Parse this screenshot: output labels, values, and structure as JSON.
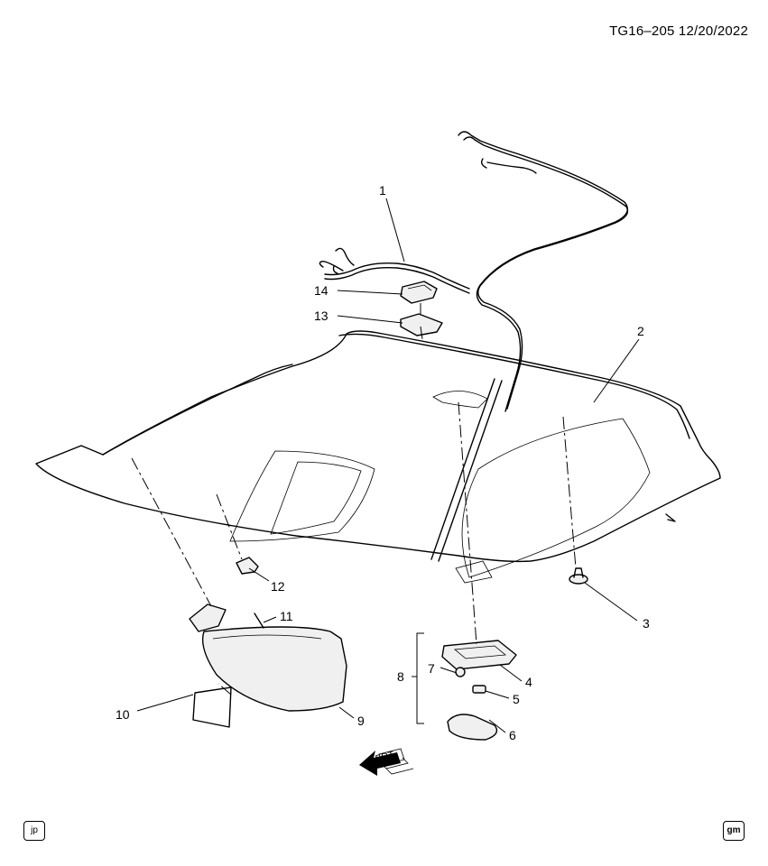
{
  "header": {
    "reference": "TG16–205   12/20/2022"
  },
  "callouts": [
    {
      "id": "c1",
      "label": "1"
    },
    {
      "id": "c2",
      "label": "2"
    },
    {
      "id": "c3",
      "label": "3"
    },
    {
      "id": "c4",
      "label": "4"
    },
    {
      "id": "c5",
      "label": "5"
    },
    {
      "id": "c6",
      "label": "6"
    },
    {
      "id": "c7",
      "label": "7"
    },
    {
      "id": "c8",
      "label": "8"
    },
    {
      "id": "c9",
      "label": "9"
    },
    {
      "id": "c10",
      "label": "10"
    },
    {
      "id": "c11",
      "label": "11"
    },
    {
      "id": "c12",
      "label": "12"
    },
    {
      "id": "c13",
      "label": "13"
    },
    {
      "id": "c14",
      "label": "14"
    }
  ],
  "direction_marker": {
    "label": "FRT"
  },
  "footer": {
    "left_badge": "jp",
    "right_badge": "gm"
  }
}
